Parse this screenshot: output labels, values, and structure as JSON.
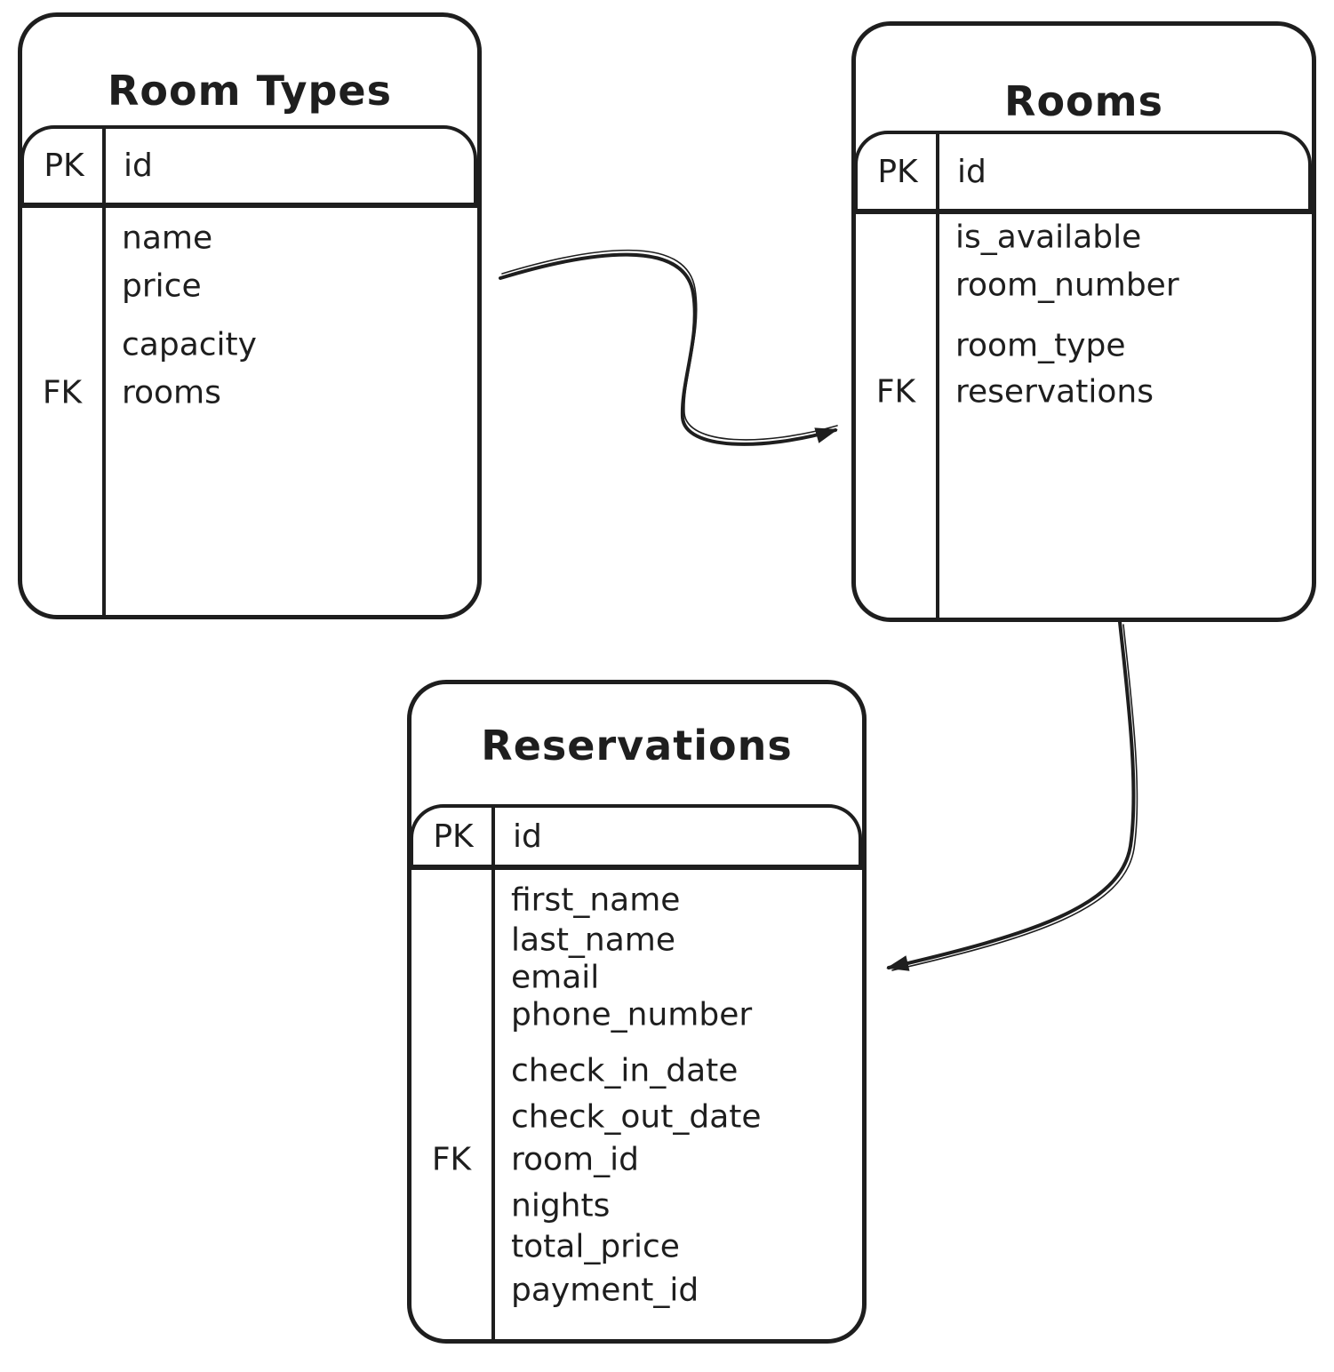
{
  "diagram": {
    "type": "entity-relationship",
    "style": "hand-drawn",
    "background": "#ffffff",
    "stroke_color": "#1e1e1e",
    "entities": [
      {
        "title": "Room Types",
        "header": {
          "key": "PK",
          "field": "id"
        },
        "rows": [
          {
            "key": "",
            "field": "name"
          },
          {
            "key": "",
            "field": "price"
          },
          {
            "key": "",
            "field": "capacity"
          },
          {
            "key": "FK",
            "field": "rooms"
          }
        ]
      },
      {
        "title": "Rooms",
        "header": {
          "key": "PK",
          "field": "id"
        },
        "rows": [
          {
            "key": "",
            "field": "is_available"
          },
          {
            "key": "",
            "field": "room_number"
          },
          {
            "key": "",
            "field": "room_type"
          },
          {
            "key": "FK",
            "field": "reservations"
          }
        ]
      },
      {
        "title": "Reservations",
        "header": {
          "key": "PK",
          "field": "id"
        },
        "rows": [
          {
            "key": "",
            "field": "first_name"
          },
          {
            "key": "",
            "field": "last_name"
          },
          {
            "key": "",
            "field": "email"
          },
          {
            "key": "",
            "field": "phone_number"
          },
          {
            "key": "",
            "field": "check_in_date"
          },
          {
            "key": "",
            "field": "check_out_date"
          },
          {
            "key": "FK",
            "field": "room_id"
          },
          {
            "key": "",
            "field": "nights"
          },
          {
            "key": "",
            "field": "total_price"
          },
          {
            "key": "",
            "field": "payment_id"
          }
        ]
      }
    ],
    "relationships": [
      {
        "from": "Room Types",
        "to": "Rooms"
      },
      {
        "from": "Rooms",
        "to": "Reservations"
      }
    ]
  }
}
